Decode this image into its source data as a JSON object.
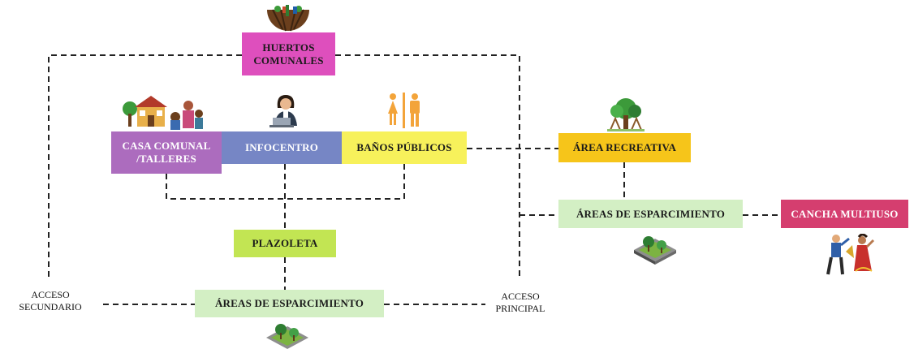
{
  "nodes": {
    "huertos": {
      "label": "HUERTOS\nCOMUNALES",
      "color": "#de4fbd",
      "text_color": "#1a1a1a"
    },
    "casa": {
      "label": "CASA COMUNAL\n/TALLERES",
      "color": "#ac6cbe",
      "text_color": "#ffffff"
    },
    "infocentro": {
      "label": "INFOCENTRO",
      "color": "#7686c5",
      "text_color": "#ffffff"
    },
    "banos": {
      "label": "BAÑOS PÚBLICOS",
      "color": "#f7f15b",
      "text_color": "#1a1a1a"
    },
    "plazoleta": {
      "label": "PLAZOLETA",
      "color": "#c2e553",
      "text_color": "#1a1a1a"
    },
    "esparcimiento_main": {
      "label": "ÁREAS DE ESPARCIMIENTO",
      "color": "#d3efc4",
      "text_color": "#1a1a1a"
    },
    "recreativa": {
      "label": "ÁREA RECREATIVA",
      "color": "#f6c51a",
      "text_color": "#1a1a1a"
    },
    "esparcimiento_right": {
      "label": "ÁREAS DE ESPARCIMIENTO",
      "color": "#d3efc4",
      "text_color": "#1a1a1a"
    },
    "cancha": {
      "label": "CANCHA MULTIUSO",
      "color": "#d53e6f",
      "text_color": "#ffffff"
    }
  },
  "labels": {
    "acceso_secundario": "ACCESO\nSECUNDARIO",
    "acceso_principal": "ACCESO\nPRINCIPAL"
  },
  "icons": [
    "garden-icon",
    "community-house-icon",
    "computer-user-icon",
    "restroom-icon",
    "tree-swing-icon",
    "park-tile-icon",
    "dancers-icon"
  ],
  "line_color": "#222222"
}
